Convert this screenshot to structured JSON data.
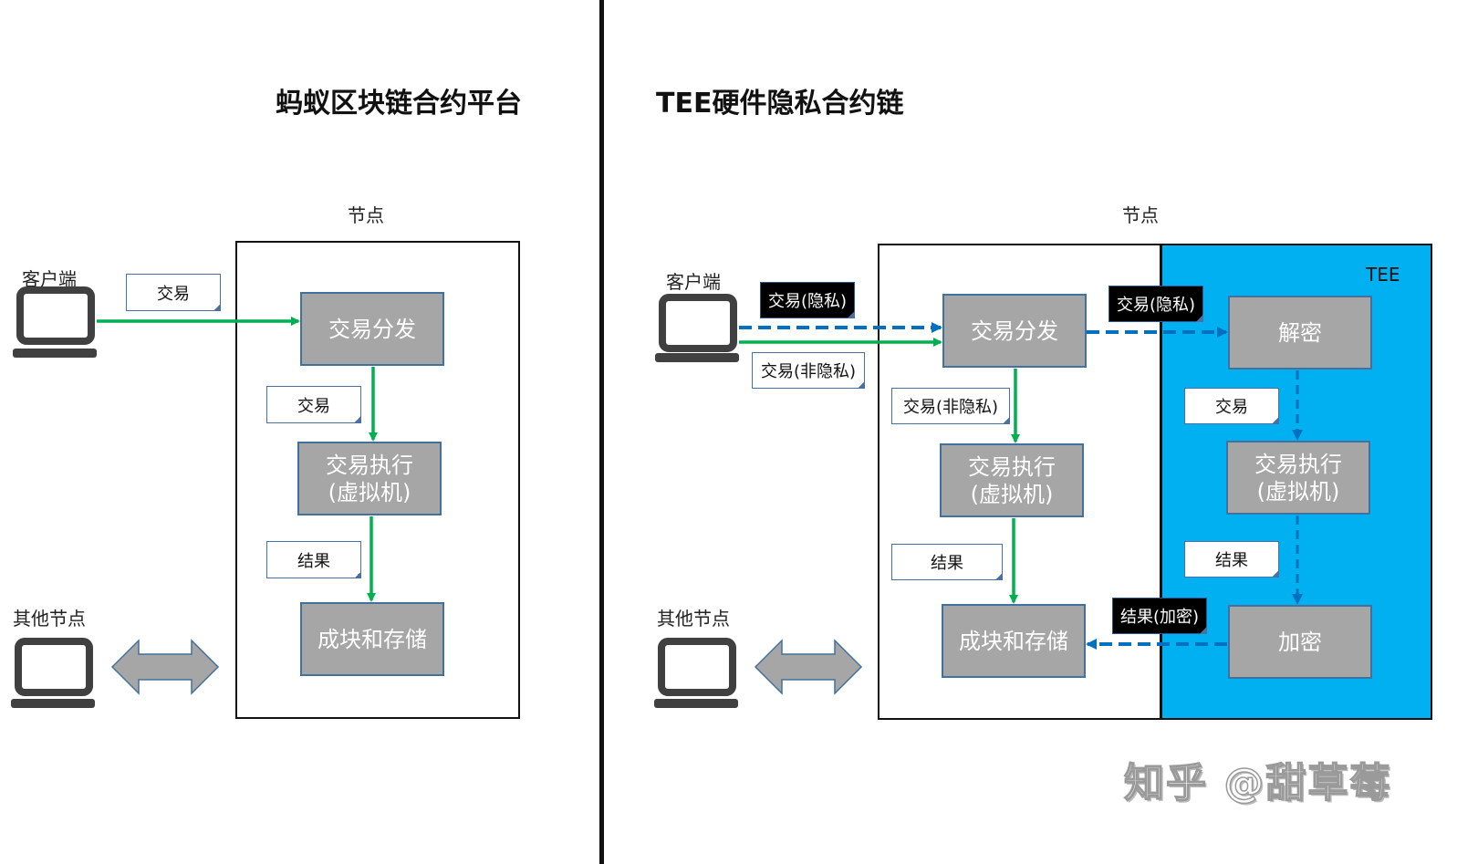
{
  "left_panel": {
    "title": "蚂蚁区块链合约平台",
    "node_label": "节点",
    "client_label": "客户端",
    "other_nodes_label": "其他节点",
    "boxes": {
      "dispatch": "交易分发",
      "execute_line1": "交易执行",
      "execute_line2": "(虚拟机)",
      "store": "成块和存储"
    },
    "notes": {
      "client_tx": "交易",
      "tx": "交易",
      "result": "结果"
    }
  },
  "right_panel": {
    "title": "TEE硬件隐私合约链",
    "node_label": "节点",
    "client_label": "客户端",
    "other_nodes_label": "其他节点",
    "tee_label": "TEE",
    "boxes": {
      "dispatch": "交易分发",
      "execute_line1": "交易执行",
      "execute_line2": "(虚拟机)",
      "store": "成块和存储",
      "decrypt": "解密",
      "tee_execute_line1": "交易执行",
      "tee_execute_line2": "(虚拟机)",
      "encrypt": "加密"
    },
    "notes": {
      "client_private_tx": "交易(隐私)",
      "client_public_tx": "交易(非隐私)",
      "public_tx": "交易(非隐私)",
      "result": "结果",
      "tee_private_tx": "交易(隐私)",
      "tee_tx": "交易",
      "tee_result": "结果",
      "encrypted_result": "结果(加密)"
    }
  },
  "colors": {
    "public_flow": "#00b050",
    "private_flow": "#0070c0",
    "tee_background": "#00b0f0",
    "process_box": "#a6a6a6"
  },
  "watermark": "知乎 @甜草莓"
}
